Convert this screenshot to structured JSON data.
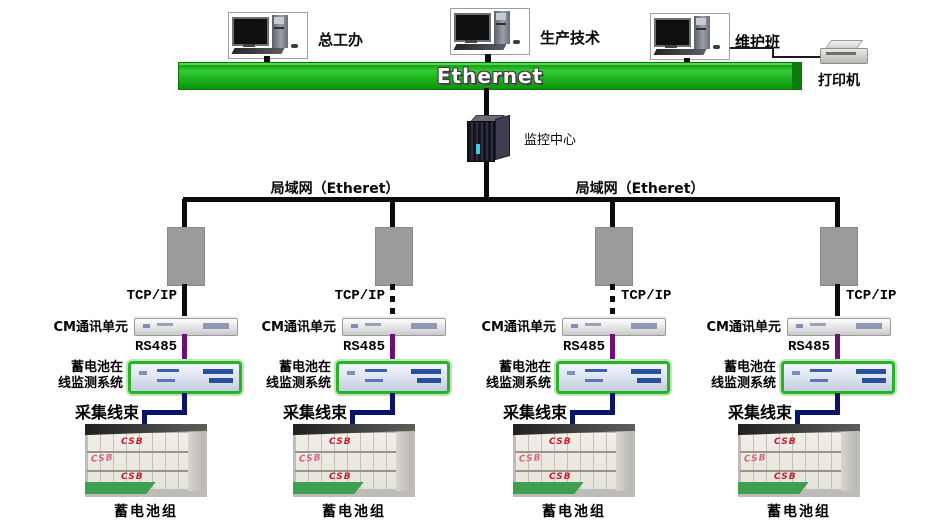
{
  "header": {
    "workstations": [
      "总工办",
      "生产技术",
      "维护班"
    ],
    "printer_label": "打印机",
    "ethernet_label": "Ethernet"
  },
  "center": {
    "server_label": "监控中心",
    "lan_left": "局域网（Etheret）",
    "lan_right": "局域网（Etheret）"
  },
  "columns": [
    {
      "tcpip_label": "TCP/IP",
      "tcpip_link": "solid",
      "cm_label": "CM通讯单元",
      "rs485_label": "RS485",
      "monitor_label_line1": "蓄电池在",
      "monitor_label_line2": "线监测系统",
      "harness_label": "采集线束",
      "battery_label": "蓄电池组",
      "battery_logo": "CSB"
    },
    {
      "tcpip_label": "TCP/IP",
      "tcpip_link": "dashed",
      "cm_label": "CM通讯单元",
      "rs485_label": "RS485",
      "monitor_label_line1": "蓄电池在",
      "monitor_label_line2": "线监测系统",
      "harness_label": "采集线束",
      "battery_label": "蓄电池组",
      "battery_logo": "CSB"
    },
    {
      "tcpip_label": "TCP/IP",
      "tcpip_link": "dashed",
      "cm_label": "CM通讯单元",
      "rs485_label": "RS485",
      "monitor_label_line1": "蓄电池在",
      "monitor_label_line2": "线监测系统",
      "harness_label": "采集线束",
      "battery_label": "蓄电池组",
      "battery_logo": "CSB"
    },
    {
      "tcpip_label": "TCP/IP",
      "tcpip_link": "solid",
      "cm_label": "CM通讯单元",
      "rs485_label": "RS485",
      "monitor_label_line1": "蓄电池在",
      "monitor_label_line2": "线监测系统",
      "harness_label": "采集线束",
      "battery_label": "蓄电池组",
      "battery_logo": "CSB"
    }
  ],
  "colors": {
    "ethernet_green": "#1eb41e",
    "monitor_device_green": "#28b228",
    "rs485_purple": "#6d1078",
    "harness_navy": "#0a1468",
    "line_black": "#0b0b0b",
    "converter_gray": "#9b9b9b",
    "csb_red": "#c81e32"
  }
}
